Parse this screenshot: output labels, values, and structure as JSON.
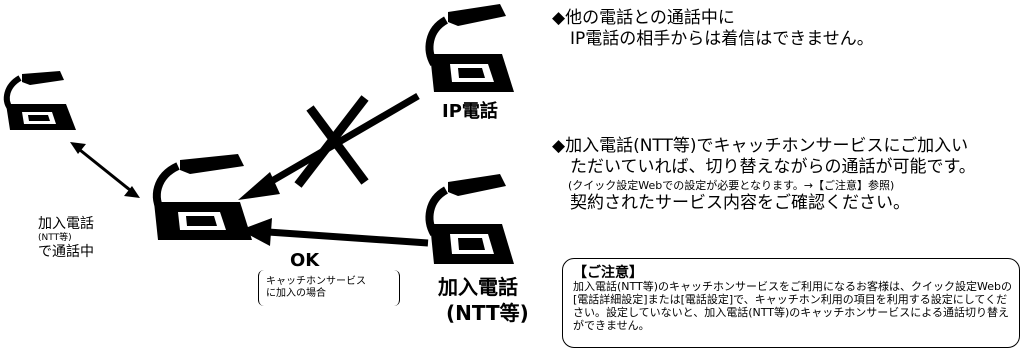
{
  "labels": {
    "ip_phone": "IP電話",
    "subscriber_phone_line1": "加入電話",
    "subscriber_phone_line2": "(NTT等)",
    "left_phone_line1": "加入電話",
    "left_phone_line2": "(NTT等)",
    "left_phone_line3": "で通話中",
    "ok": "OK",
    "catch_line1": "キャッチホンサービス",
    "catch_line2": "に加入の場合"
  },
  "notes": {
    "n1_line1": "◆他の電話との通話中に",
    "n1_line2": "IP電話の相手からは着信はできません。",
    "n2_line1": "◆加入電話(NTT等)でキャッチホンサービスにご加入い",
    "n2_line2": "ただいていれば、切り替えながらの通話が可能です。",
    "n2_line3": "(クイック設定Webでの設定が必要となります。→【ご注意】参照)",
    "n2_line4": "契約されたサービス内容をご確認ください。"
  },
  "caution": {
    "title": "【ご注意】",
    "body": "加入電話(NTT等)のキャッチホンサービスをご利用になるお客様は、クイック設定Webの[電話詳細設定]または[電話設定]で、キャッチホン利用の項目を利用する設定にしてください。設定していないと、加入電話(NTT等)のキャッチホンサービスによる通話切り替えができません。"
  },
  "colors": {
    "ink": "#000000",
    "paper": "#ffffff"
  }
}
